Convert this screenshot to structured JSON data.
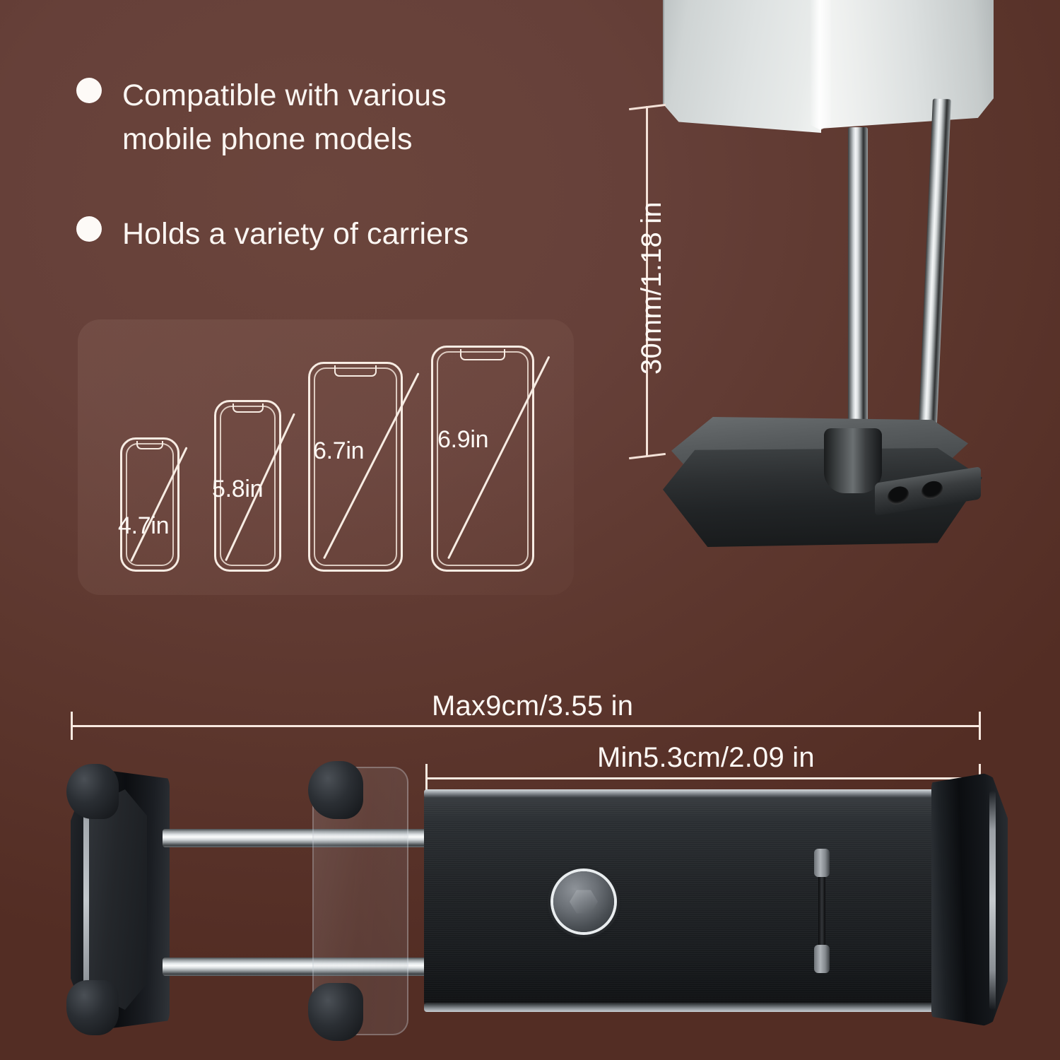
{
  "theme": {
    "background_brown": "#5d372e",
    "background_brown_light": "#6b453c",
    "text_cream": "#fdf8f4",
    "line_cream": "#f8e9e0"
  },
  "features": [
    {
      "bullet_icon": "dot-icon",
      "text": "Compatible with various mobile phone models"
    },
    {
      "bullet_icon": "dot-icon",
      "text": "Holds a variety of carriers"
    }
  ],
  "phone_sizes": {
    "panel_name": "phone-compatibility-panel",
    "items": [
      {
        "label": "4.7in"
      },
      {
        "label": "5.8in"
      },
      {
        "label": "6.7in"
      },
      {
        "label": "6.9in"
      }
    ]
  },
  "dimensions": {
    "height": {
      "label": "30mm/1.18 in",
      "orientation": "vertical"
    },
    "max_width": {
      "label": "Max9cm/3.55 in",
      "orientation": "horizontal"
    },
    "min_width": {
      "label": "Min5.3cm/2.09 in",
      "orientation": "horizontal"
    }
  },
  "product": {
    "mount_name": "tripod-mount-assembly",
    "clamp_name": "expandable-phone-clamp",
    "screw_icon": "hex-screw-icon"
  }
}
